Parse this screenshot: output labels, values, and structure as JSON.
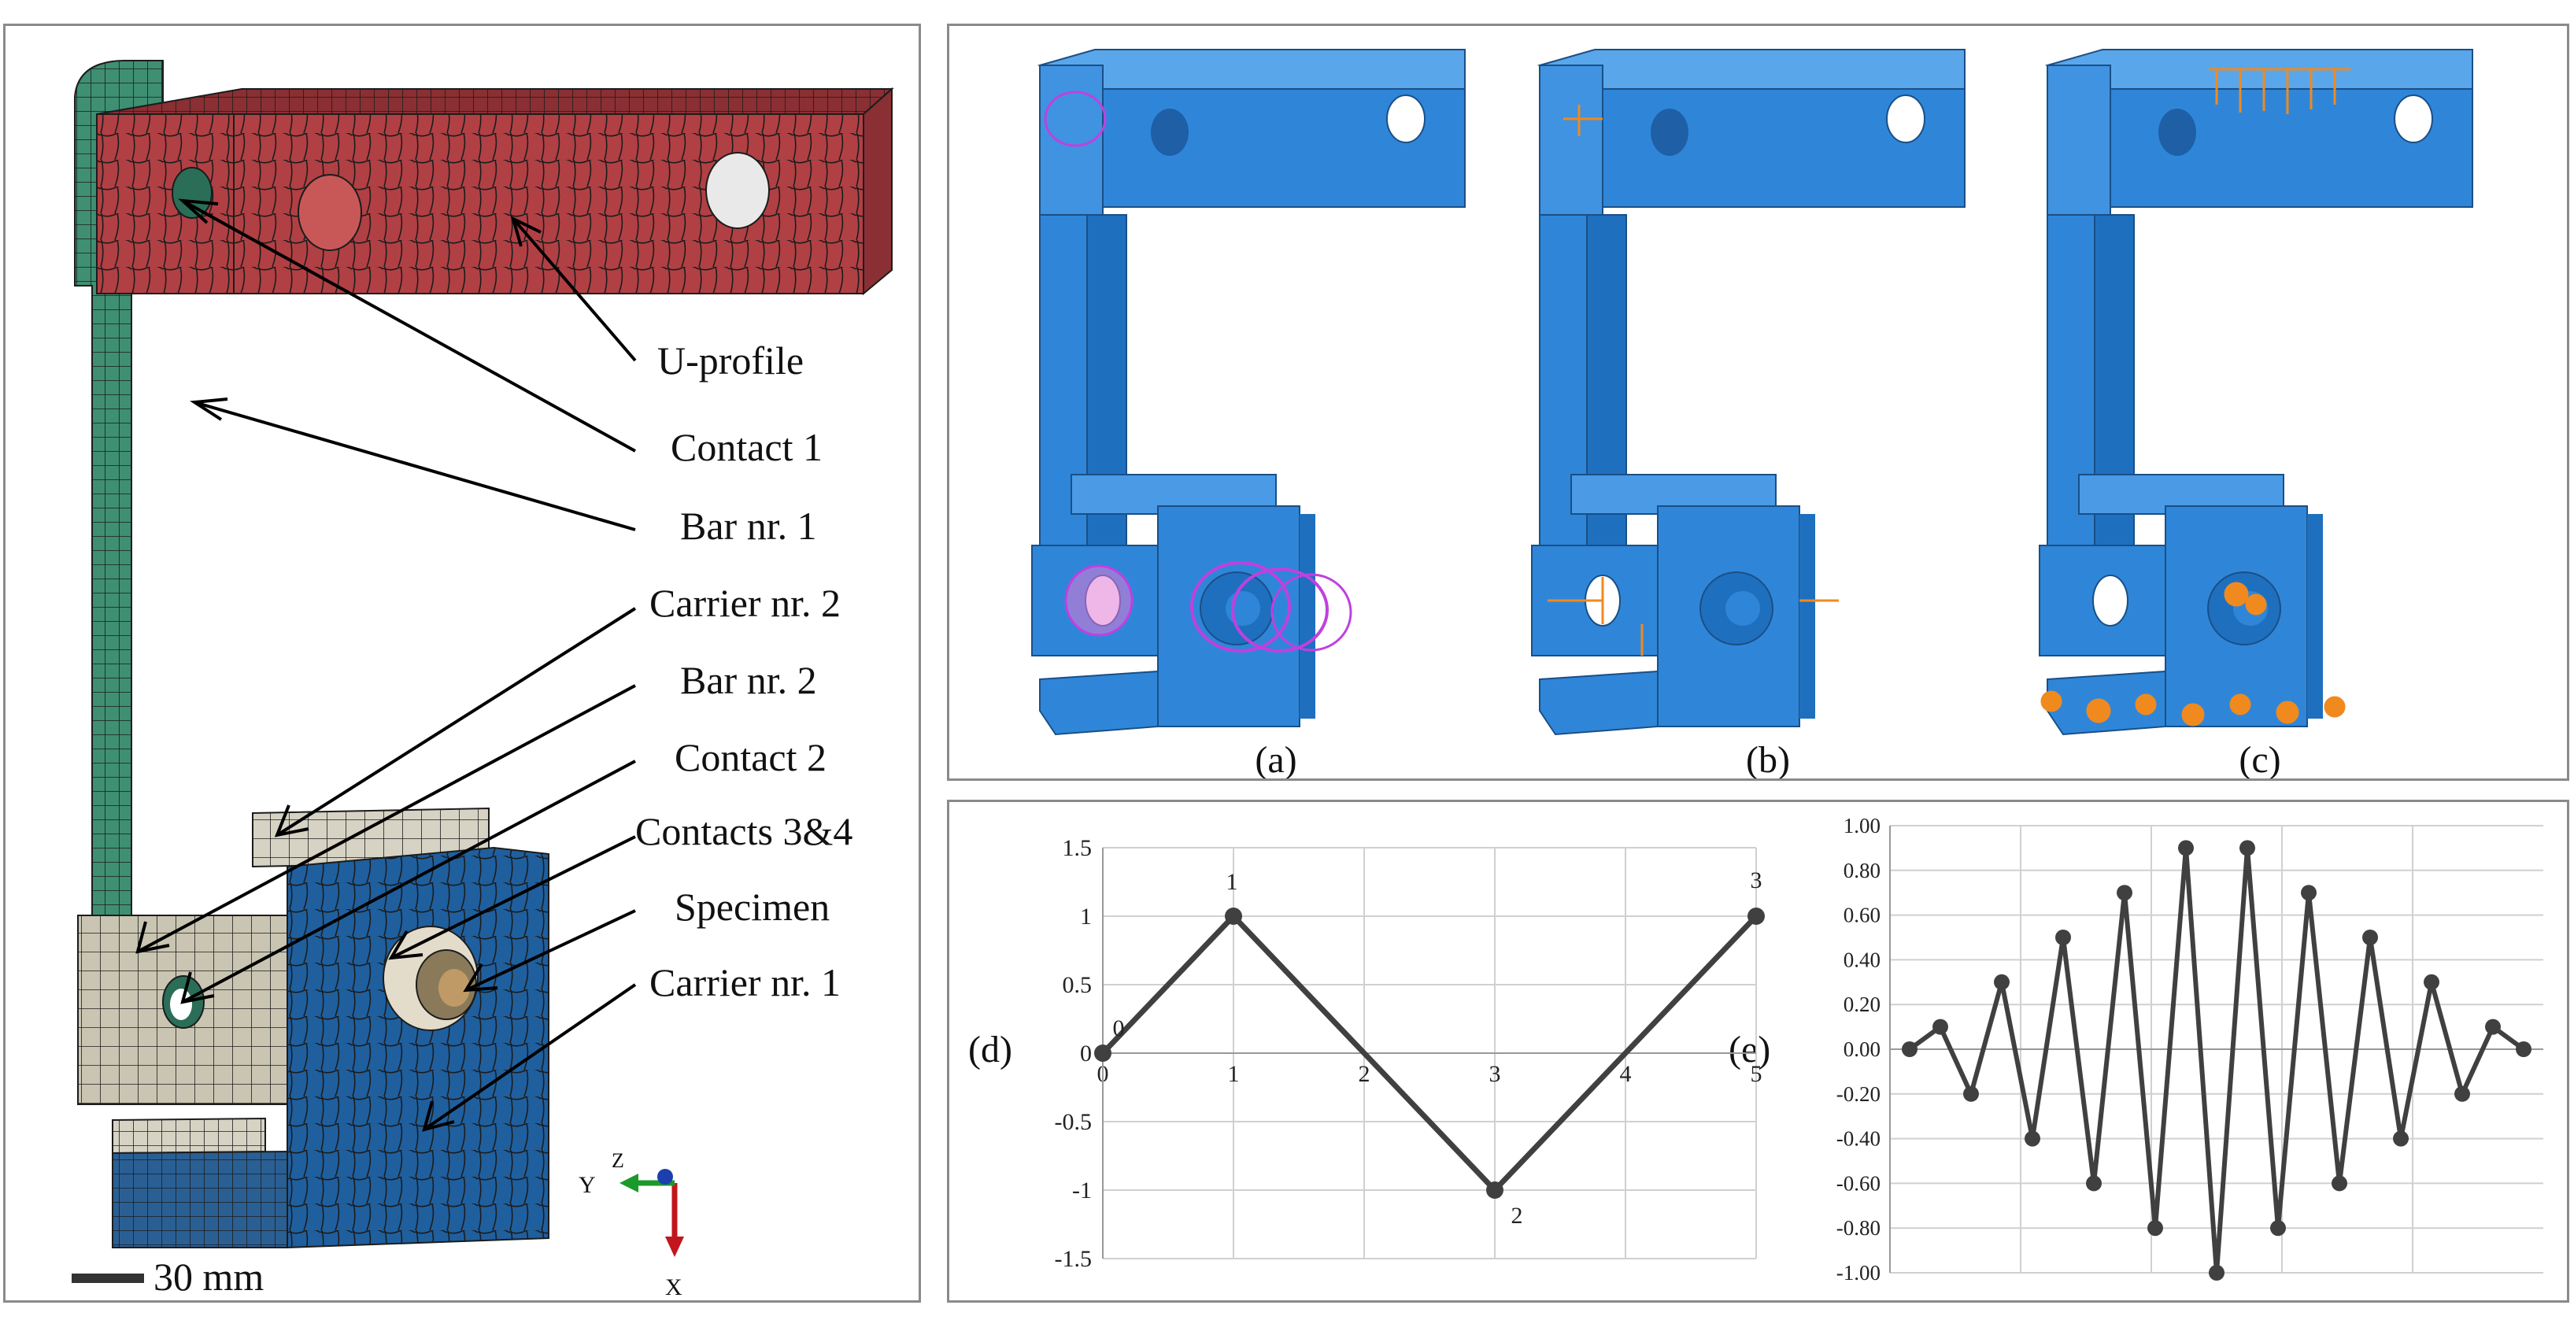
{
  "fe_model": {
    "labels": [
      "U-profile",
      "Contact 1",
      "Bar nr. 1",
      "Carrier nr. 2",
      "Bar nr. 2",
      "Contact 2",
      "Contacts 3&4",
      "Specimen",
      "Carrier nr. 1"
    ],
    "scale_bar": "30 mm",
    "axes": {
      "x": "X",
      "y": "Y",
      "z": "Z"
    },
    "colors": {
      "u_profile": "#b04044",
      "bar1": "#3f8f72",
      "carrier1": "#1f5f9e",
      "carrier2": "#c9c5b2",
      "mesh_line": "#1c1c1c"
    }
  },
  "views": {
    "captions": [
      "(a)",
      "(b)",
      "(c)"
    ],
    "colors": {
      "body": "#2f86d9",
      "constraint": "#c040e0",
      "load": "#f08a1e"
    }
  },
  "chart_data": [
    {
      "type": "line",
      "panel_label": "(d)",
      "x": [
        0,
        1,
        3,
        5
      ],
      "values": [
        0,
        1,
        -1,
        1
      ],
      "point_labels": [
        "0",
        "1",
        "2",
        "3"
      ],
      "xticks": [
        "0",
        "1",
        "2",
        "3",
        "4",
        "5"
      ],
      "yticks": [
        "1.5",
        "1",
        "0.5",
        "0",
        "-0.5",
        "-1",
        "-1.5"
      ],
      "xlim": [
        0,
        5
      ],
      "ylim": [
        -1.5,
        1.5
      ],
      "grid": true
    },
    {
      "type": "line",
      "panel_label": "(e)",
      "x": [
        0,
        1,
        2,
        3,
        4,
        5,
        6,
        7,
        8,
        9,
        10,
        11,
        12,
        13,
        14,
        15,
        16,
        17,
        18,
        19
      ],
      "values": [
        0,
        0.1,
        -0.2,
        0.3,
        -0.4,
        0.5,
        -0.6,
        0.7,
        -0.8,
        0.9,
        -1.0,
        0.9,
        -0.8,
        0.7,
        -0.6,
        0.5,
        -0.4,
        0.3,
        -0.2,
        0.1,
        0
      ],
      "yticks": [
        "1.00",
        "0.80",
        "0.60",
        "0.40",
        "0.20",
        "0.00",
        "-0.20",
        "-0.40",
        "-0.60",
        "-0.80",
        "-1.00"
      ],
      "ylim": [
        -1.0,
        1.0
      ],
      "grid": true
    }
  ]
}
